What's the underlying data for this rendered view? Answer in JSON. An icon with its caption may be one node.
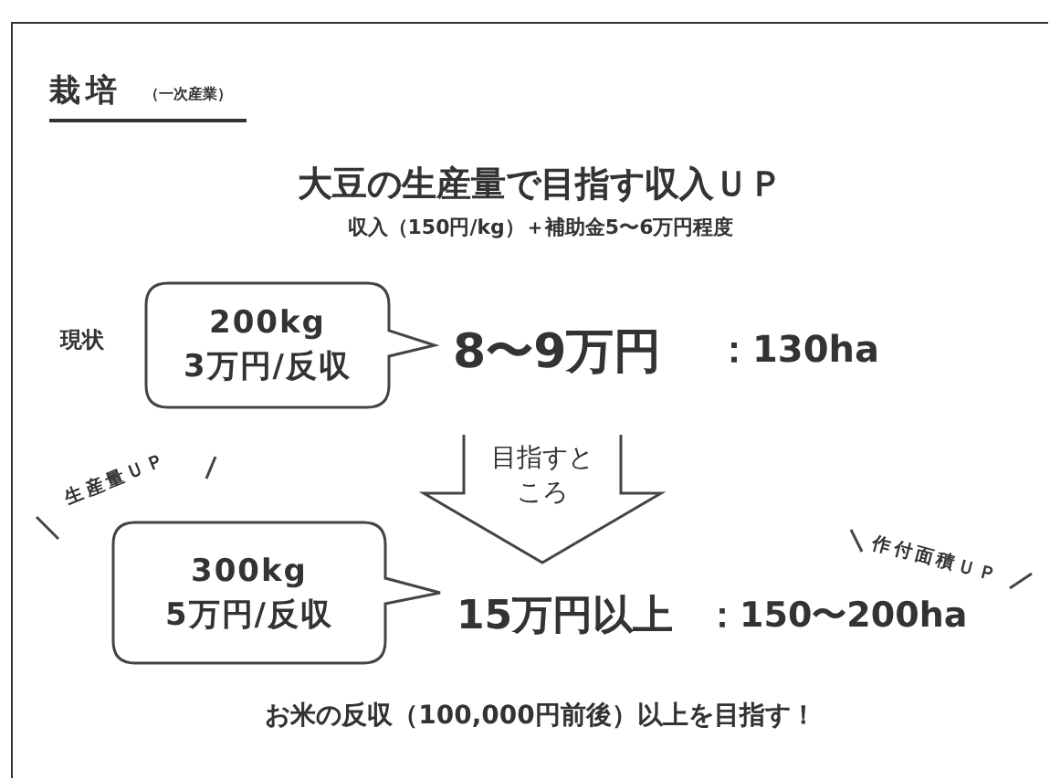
{
  "diagram": {
    "title": "栽培",
    "nodes": [
      {
        "text": [
          "200kg",
          "3万円/反収"
        ]
      },
      {
        "text": [
          "目指すところ"
        ]
      },
      {
        "text": [
          "300kg",
          "5万円/反収"
        ]
      }
    ],
    "labels": [
      "（一次産業）",
      "大豆の生産量で目指す収入ＵＰ",
      "収入（150円/kg）＋補助金5〜6万円程度",
      "現状",
      "8〜9万円",
      "：130ha",
      "生産量ＵＰ",
      "作付面積ＵＰ",
      "15万円以上",
      "：150〜200ha",
      "お米の反収（100,000円前後）以上を目指す！"
    ]
  }
}
